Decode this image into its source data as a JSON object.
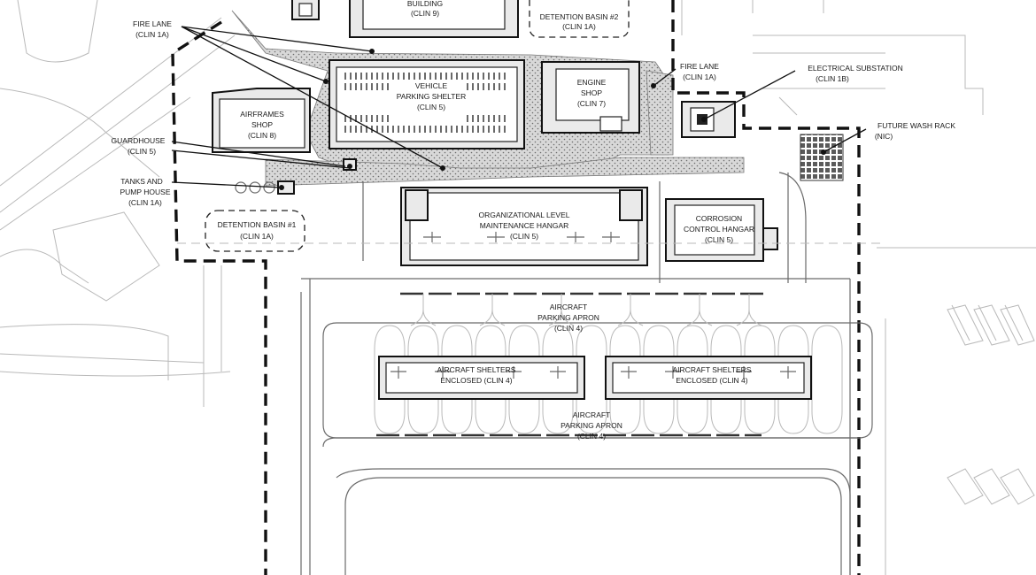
{
  "labels": {
    "building": {
      "name": "BUILDING",
      "clin": "(CLIN 9)"
    },
    "detention2": {
      "name": "DETENTION BASIN #2",
      "clin": "(CLIN 1A)"
    },
    "fire_lane_left": {
      "name": "FIRE LANE",
      "clin": "(CLIN 1A)"
    },
    "vehicle": {
      "name1": "VEHICLE",
      "name2": "PARKING SHELTER",
      "clin": "(CLIN 5)"
    },
    "engine": {
      "name1": "ENGINE",
      "name2": "SHOP",
      "clin": "(CLIN 7)"
    },
    "fire_lane_right": {
      "name": "FIRE LANE",
      "clin": "(CLIN 1A)"
    },
    "substation": {
      "name": "ELECTRICAL SUBSTATION",
      "clin": "(CLIN 1B)"
    },
    "airframes": {
      "name1": "AIRFRAMES",
      "name2": "SHOP",
      "clin": "(CLIN 8)"
    },
    "wash_rack": {
      "name": "FUTURE WASH RACK",
      "clin": "(NIC)"
    },
    "guardhouse": {
      "name": "GUARDHOUSE",
      "clin": "(CLIN 5)"
    },
    "tanks": {
      "name1": "TANKS AND",
      "name2": "PUMP HOUSE",
      "clin": "(CLIN 1A)"
    },
    "olmh": {
      "name1": "ORGANIZATIONAL LEVEL",
      "name2": "MAINTENANCE HANGAR",
      "clin": "(CLIN 5)"
    },
    "corrosion": {
      "name1": "CORROSION",
      "name2": "CONTROL HANGAR",
      "clin": "(CLIN 5)"
    },
    "detention1": {
      "name": "DETENTION BASIN #1",
      "clin": "(CLIN 1A)"
    },
    "apron_upper": {
      "name1": "AIRCRAFT",
      "name2": "PARKING APRON",
      "clin": "(CLIN 4)"
    },
    "shelters_left": {
      "name1": "AIRCRAFT SHELTERS",
      "name2": "ENCLOSED (CLIN 4)"
    },
    "shelters_right": {
      "name1": "AIRCRAFT SHELTERS",
      "name2": "ENCLOSED (CLIN 4)"
    },
    "apron_lower": {
      "name1": "AIRCRAFT",
      "name2": "PARKING APRON",
      "clin": "(CLIN 4)"
    }
  }
}
